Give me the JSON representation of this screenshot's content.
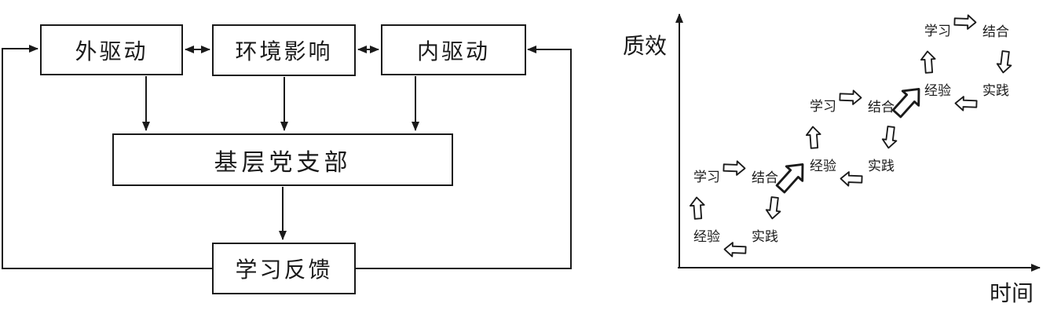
{
  "colors": {
    "ink": "#1a1a1a",
    "background": "#ffffff"
  },
  "flowchart": {
    "boxes": {
      "external_drive": "外驱动",
      "environment_influence": "环境影响",
      "internal_drive": "内驱动",
      "party_branch": "基层党支部",
      "learning_feedback": "学习反馈"
    }
  },
  "spiral_chart": {
    "y_axis_label": "质效",
    "x_axis_label": "时间",
    "cycles": [
      {
        "learn": "学习",
        "combine": "结合",
        "practice": "实践",
        "experience": "经验"
      },
      {
        "learn": "学习",
        "combine": "结合",
        "practice": "实践",
        "experience": "经验"
      },
      {
        "learn": "学习",
        "combine": "结合",
        "practice": "实践",
        "experience": "经验"
      }
    ]
  }
}
